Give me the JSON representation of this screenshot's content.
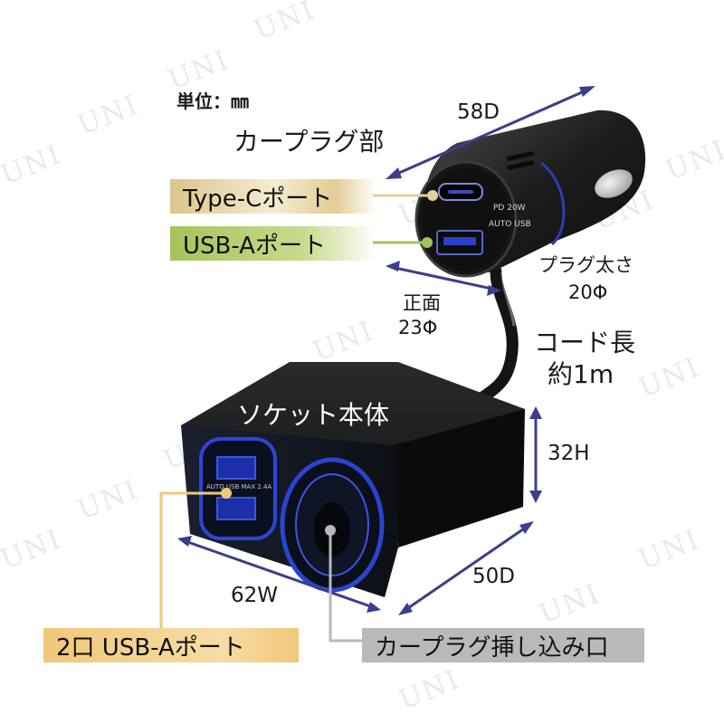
{
  "unit_label": "単位：㎜",
  "watermark_text": "UNI",
  "sections": {
    "car_plug": "カープラグ部",
    "socket_body": "ソケット本体"
  },
  "callouts": {
    "type_c_port": "Type-Cポート",
    "usb_a_port": "USB-Aポート",
    "two_usb_a": "2口 USB-Aポート",
    "car_plug_inlet": "カープラグ挿し込み口"
  },
  "dimensions": {
    "plug_depth": "58D",
    "plug_diameter_label": "プラグ太さ",
    "plug_diameter_value": "20Φ",
    "front_label": "正面",
    "front_value": "23Φ",
    "cord_label": "コード長",
    "cord_value": "約1m",
    "height": "32H",
    "width": "62W",
    "depth": "50D"
  },
  "product_markings": {
    "plug_pd": "PD 20W",
    "plug_auto": "AUTO USB",
    "socket_marking": "AUTO USB MAX 2.4A"
  },
  "colors": {
    "gold": "#dcc48d",
    "green": "#a6c35a",
    "orange": "#f0c878",
    "gray": "#b9b9b9",
    "arrow": "#3a3e8c",
    "socket_blue": "#3355cc"
  }
}
